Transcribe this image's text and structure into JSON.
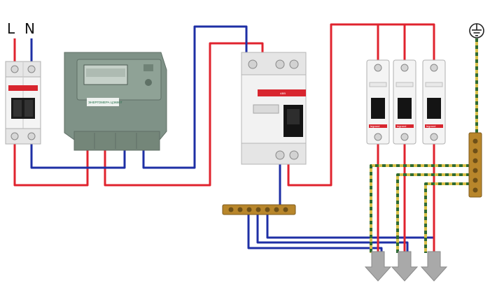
{
  "labels": {
    "phase": "L",
    "neutral": "N"
  },
  "meter": {
    "model_text": "ЭНЕРГОМЕРА ЦЭ6807"
  },
  "breaker_brand": "ABB",
  "group_breaker_brand": "legrand",
  "colors": {
    "phase_wire": "#e0232e",
    "neutral_wire": "#1e2fa5",
    "ground_wire_yellow": "#d9c04a",
    "ground_wire_green": "#2f6b32",
    "breaker_body": "#f2f2f2",
    "meter_body": "#7f9287",
    "bus_bar": "#b8862b",
    "output_arrow": "#a9a9a9"
  },
  "icons": {
    "ground": "ground-symbol-icon",
    "output": "down-arrow-icon"
  }
}
